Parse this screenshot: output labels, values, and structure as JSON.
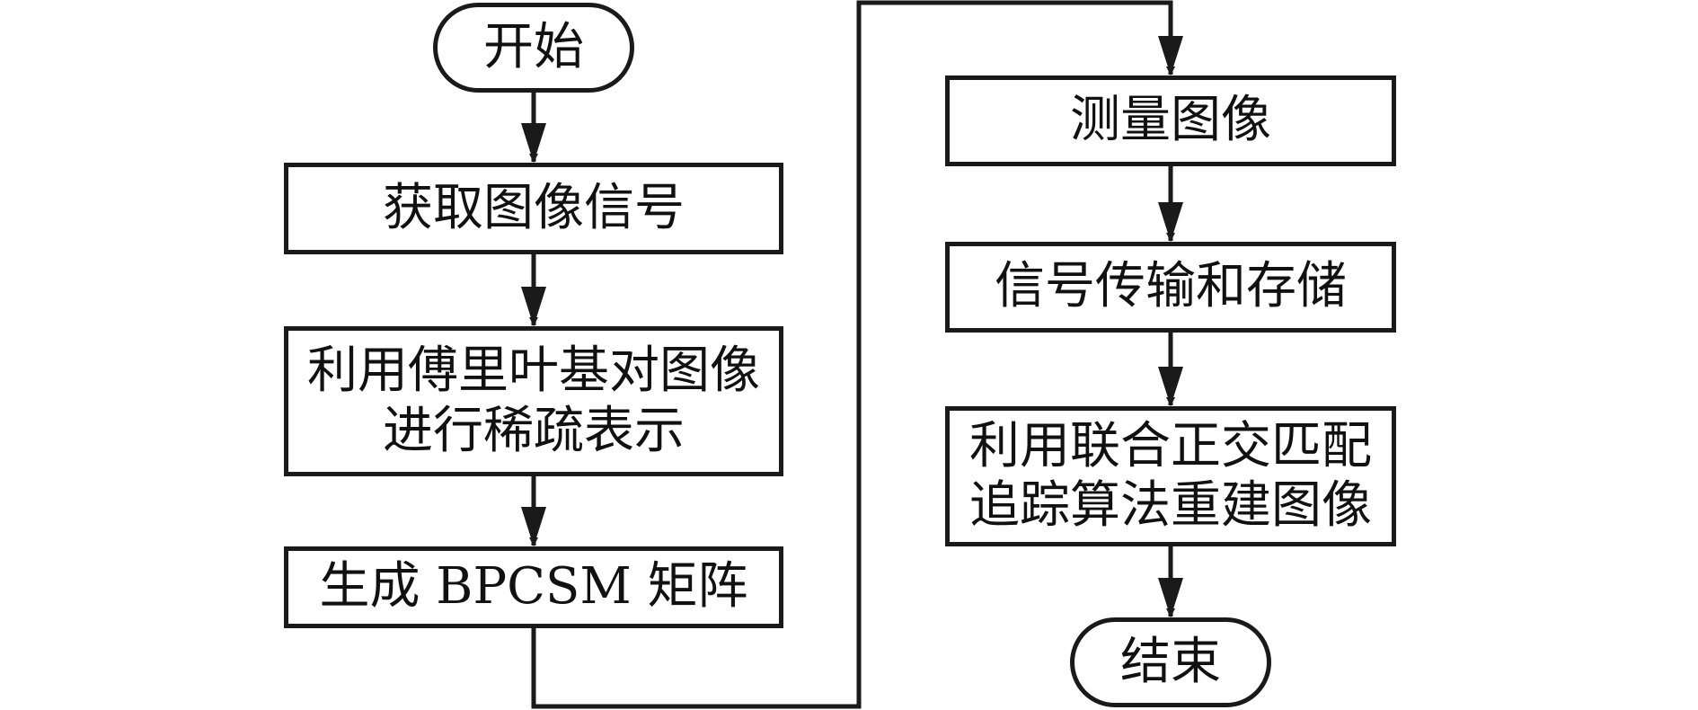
{
  "diagram": {
    "type": "flowchart",
    "nodes": {
      "start": {
        "kind": "terminal",
        "lines": [
          "开始"
        ]
      },
      "acquire": {
        "kind": "process",
        "lines": [
          "获取图像信号"
        ]
      },
      "sparse": {
        "kind": "process",
        "lines": [
          "利用傅里叶基对图像",
          "进行稀疏表示"
        ]
      },
      "matrix": {
        "kind": "process",
        "lines": [
          "生成 BPCSM 矩阵"
        ]
      },
      "measure": {
        "kind": "process",
        "lines": [
          "测量图像"
        ]
      },
      "transmit": {
        "kind": "process",
        "lines": [
          "信号传输和存储"
        ]
      },
      "reconstruct": {
        "kind": "process",
        "lines": [
          "利用联合正交匹配",
          "追踪算法重建图像"
        ]
      },
      "end": {
        "kind": "terminal",
        "lines": [
          "结束"
        ]
      }
    },
    "edges": [
      {
        "from": "start",
        "to": "acquire"
      },
      {
        "from": "acquire",
        "to": "sparse"
      },
      {
        "from": "sparse",
        "to": "matrix"
      },
      {
        "from": "matrix",
        "to": "measure"
      },
      {
        "from": "measure",
        "to": "transmit"
      },
      {
        "from": "transmit",
        "to": "reconstruct"
      },
      {
        "from": "reconstruct",
        "to": "end"
      }
    ],
    "colors": {
      "stroke": "#1a1a1a",
      "fill": "#ffffff",
      "text": "#111111"
    }
  }
}
